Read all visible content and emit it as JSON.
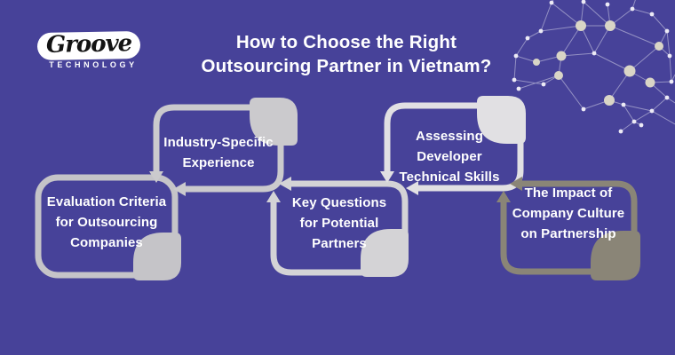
{
  "page": {
    "background_color": "#474299",
    "text_color": "#ffffff"
  },
  "logo": {
    "brand": "Groove",
    "sub_brand": "TECHNOLOGY"
  },
  "header": {
    "title": "How to Choose the Right\nOutsourcing Partner in Vietnam?"
  },
  "diagram": {
    "steps": [
      {
        "id": 1,
        "label": "Evaluation Criteria\nfor Outsourcing\nCompanies",
        "accent": "#c5c4c8"
      },
      {
        "id": 2,
        "label": "Industry-Specific\nExperience",
        "accent": "#cbcacd"
      },
      {
        "id": 3,
        "label": "Key Questions\nfor Potential\nPartners",
        "accent": "#d4d3d6"
      },
      {
        "id": 4,
        "label": "Assessing\nDeveloper\nTechnical Skills",
        "accent": "#e1e0e3"
      },
      {
        "id": 5,
        "label": "The Impact of\nCompany Culture\non Partnership",
        "accent": "#8a8577"
      }
    ]
  }
}
